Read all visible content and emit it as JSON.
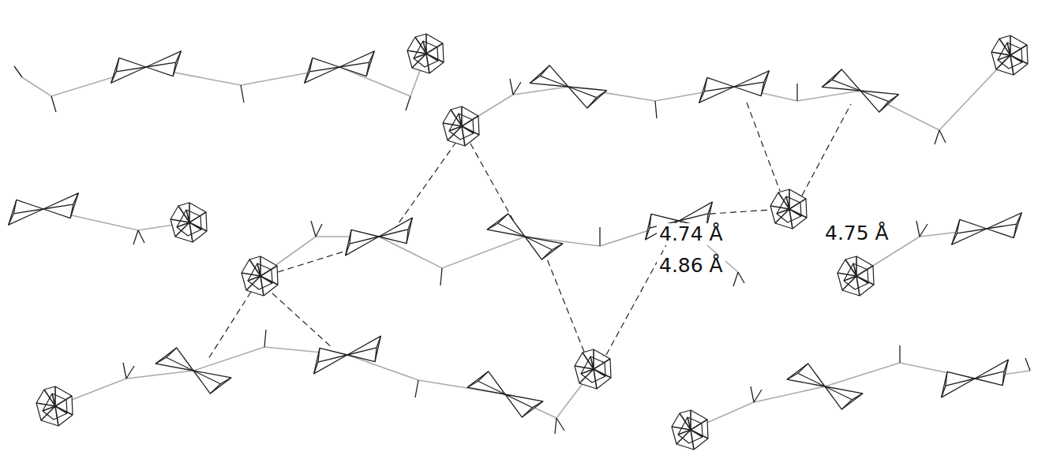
{
  "diagram": {
    "labels": [
      "4.74 Å",
      "4.86 Å",
      "4.75 Å"
    ]
  }
}
